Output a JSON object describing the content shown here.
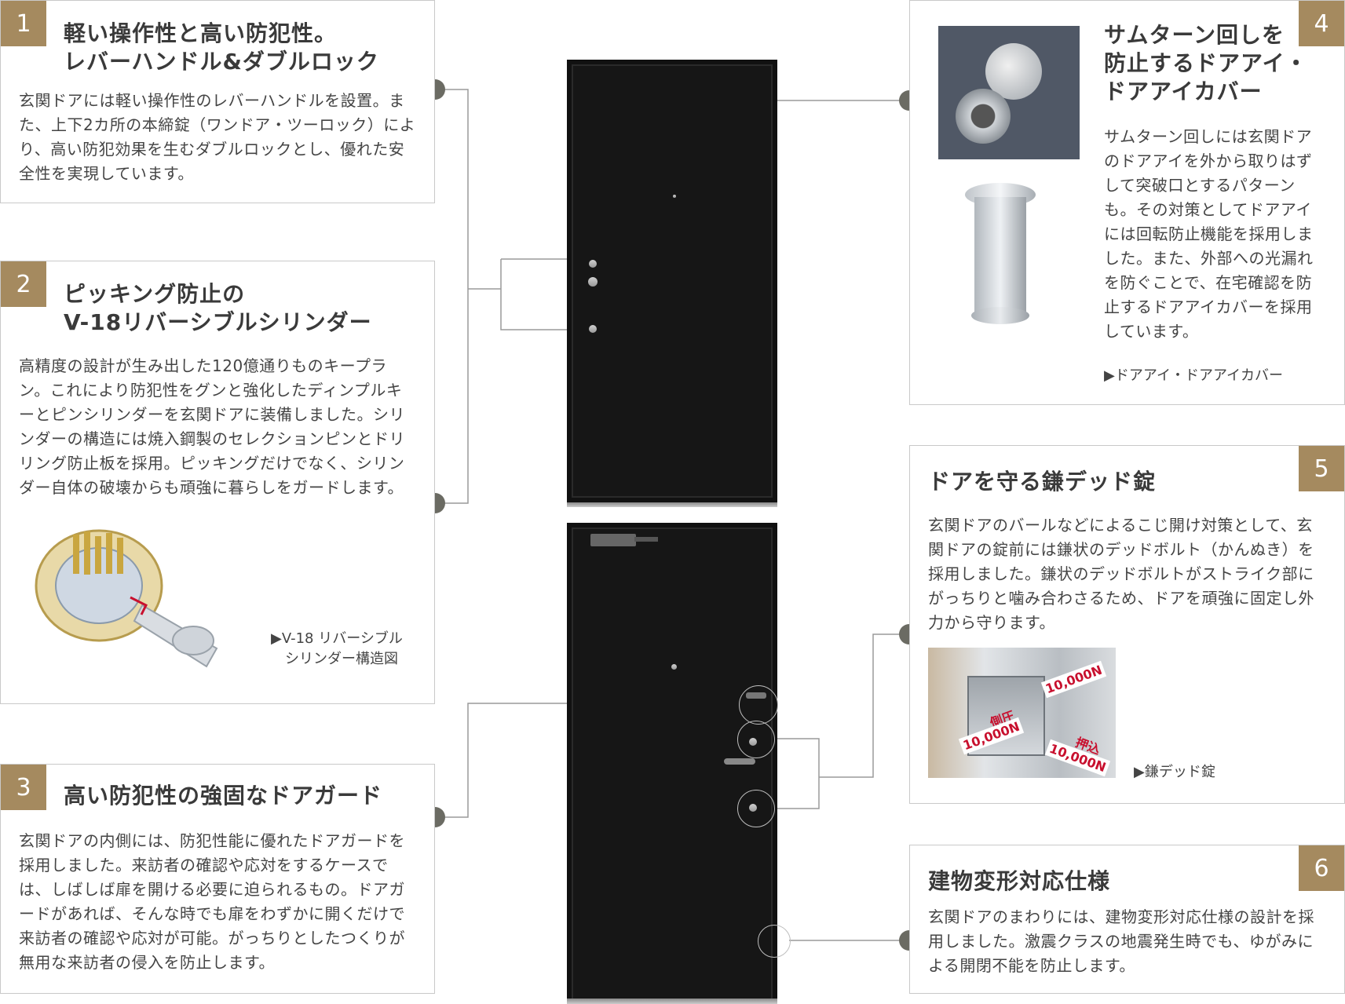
{
  "cards": [
    {
      "number": "1",
      "title_lines": [
        "軽い操作性と高い防犯性。",
        "レバーハンドル&ダブルロック"
      ],
      "body": "玄関ドアには軽い操作性のレバーハンドルを設置。また、上下2カ所の本締錠（ワンドア・ツーロック）により、高い防犯効果を生むダブルロックとし、優れた安全性を実現しています。"
    },
    {
      "number": "2",
      "title_lines": [
        "ピッキング防止の",
        "V-18リバーシブルシリンダー"
      ],
      "body": "高精度の設計が生み出した120億通りものキープラン。これにより防犯性をグンと強化したディンプルキーとピンシリンダーを玄関ドアに装備しました。シリンダーの構造には焼入鋼製のセレクションピンとドリリング防止板を採用。ピッキングだけでなく、シリンダー自体の破壊からも頑強に暮らしをガードします。",
      "caption_lines": [
        "▶V-18 リバーシブル",
        "シリンダー構造図"
      ]
    },
    {
      "number": "3",
      "title_lines": [
        "高い防犯性の強固なドアガード"
      ],
      "body": "玄関ドアの内側には、防犯性能に優れたドアガードを採用しました。来訪者の確認や応対をするケースでは、しばしば扉を開ける必要に迫られるもの。ドアガードがあれば、そんな時でも扉をわずかに開くだけで来訪者の確認や応対が可能。がっちりとしたつくりが無用な来訪者の侵入を防止します。"
    },
    {
      "number": "4",
      "title_lines": [
        "サムターン回しを",
        "防止するドアアイ・",
        "ドアアイカバー"
      ],
      "body": "サムターン回しには玄関ドアのドアアイを外から取りはずして突破口とするパターンも。その対策としてドアアイには回転防止機能を採用しました。また、外部への光漏れを防ぐことで、在宅確認を防止するドアアイカバーを採用しています。",
      "caption": "▶ドアアイ・ドアアイカバー"
    },
    {
      "number": "5",
      "title_lines": [
        "ドアを守る鎌デッド錠"
      ],
      "body": "玄関ドアのバールなどによるこじ開け対策として、玄関ドアの錠前には鎌状のデッドボルト（かんぬき）を採用しました。鎌状のデッドボルトがストライク部にがっちりと噛み合わさるため、ドアを頑強に固定し外力から守ります。",
      "caption": "▶鎌デッド錠",
      "force_labels": [
        "10,000N",
        "側圧",
        "10,000N",
        "押込",
        "10,000N"
      ]
    },
    {
      "number": "6",
      "title_lines": [
        "建物変形対応仕様"
      ],
      "body": "玄関ドアのまわりには、建物変形対応仕様の設計を採用しました。激震クラスの地震発生時でも、ゆがみによる開閉不能を防止します。"
    }
  ],
  "colors": {
    "badge": "#a58a5f",
    "dot": "#6b6b63",
    "border": "#c9c9c9",
    "force_red": "#c8102e"
  }
}
